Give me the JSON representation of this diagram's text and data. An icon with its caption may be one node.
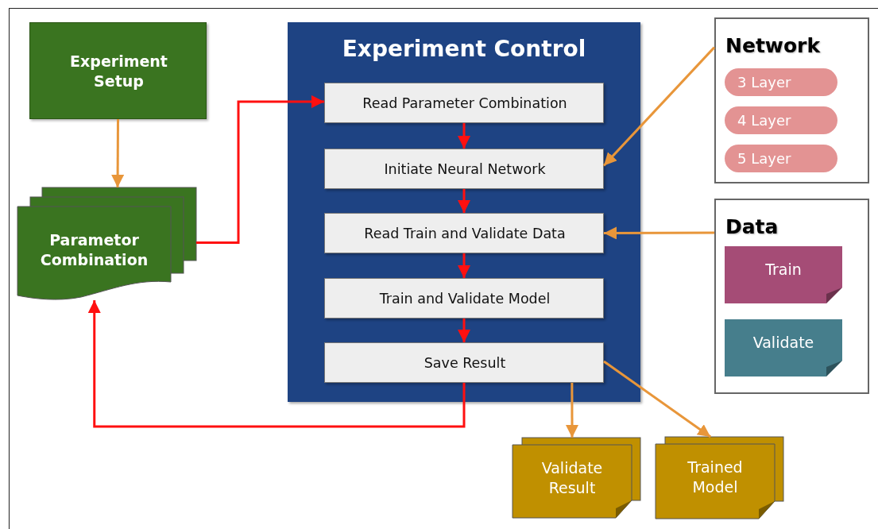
{
  "diagram": {
    "nodes": [
      {
        "text": [
          "Experiment Setup"
        ]
      },
      {
        "text": [
          "Parametor Combination"
        ]
      },
      {
        "text": [
          "Experiment Control"
        ]
      },
      {
        "text": [
          "Read Parameter Combination"
        ],
        "in": 2
      },
      {
        "text": [
          "Initiate Neural Network"
        ],
        "in": 2
      },
      {
        "text": [
          "Read Train and Validate Data"
        ],
        "in": 2
      },
      {
        "text": [
          "Train and Validate Model"
        ],
        "in": 2
      },
      {
        "text": [
          "Save Result"
        ],
        "in": 2
      },
      {
        "text": [
          "Network"
        ]
      },
      {
        "text": [
          "3 Layer"
        ],
        "in": 8
      },
      {
        "text": [
          "4 Layer"
        ],
        "in": 8
      },
      {
        "text": [
          "5 Layer"
        ],
        "in": 8
      },
      {
        "text": [
          "Data"
        ]
      },
      {
        "text": [
          "Train"
        ],
        "in": 12
      },
      {
        "text": [
          "Validate"
        ],
        "in": 12
      },
      {
        "text": [
          "Validate Result"
        ]
      },
      {
        "text": [
          "Trained Model"
        ]
      }
    ],
    "edges": [
      {
        "from": 0,
        "to": 1,
        "arrow": "to",
        "color": "#e8963a"
      },
      {
        "from": 1,
        "to": 3,
        "arrow": "to"
      },
      {
        "from": 3,
        "to": 4,
        "arrow": "to"
      },
      {
        "from": 4,
        "to": 5,
        "arrow": "to"
      },
      {
        "from": 5,
        "to": 6,
        "arrow": "to"
      },
      {
        "from": 6,
        "to": 7,
        "arrow": "to"
      },
      {
        "from": 7,
        "to": 1,
        "arrow": "to"
      },
      {
        "from": 8,
        "to": 4,
        "arrow": "to",
        "color": "#e8963a"
      },
      {
        "from": 12,
        "to": 5,
        "arrow": "to",
        "color": "#e8963a"
      },
      {
        "from": 7,
        "to": 15,
        "arrow": "to",
        "color": "#e8963a"
      },
      {
        "from": 7,
        "to": 16,
        "arrow": "to",
        "color": "#e8963a"
      }
    ]
  }
}
